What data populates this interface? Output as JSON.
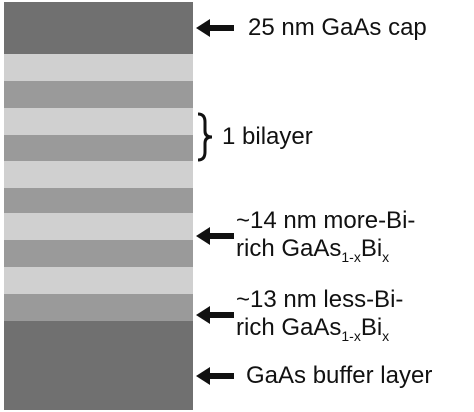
{
  "colors": {
    "cap": "#707070",
    "buffer": "#707070",
    "more_bi": "#9a9a9a",
    "less_bi": "#d0d0d0",
    "text": "#111111",
    "arrow": "#111111"
  },
  "layers": [
    {
      "name": "cap",
      "shade": "cap"
    },
    {
      "name": "less-bi",
      "shade": "less_bi"
    },
    {
      "name": "more-bi",
      "shade": "more_bi"
    },
    {
      "name": "less-bi",
      "shade": "less_bi"
    },
    {
      "name": "more-bi",
      "shade": "more_bi"
    },
    {
      "name": "less-bi",
      "shade": "less_bi"
    },
    {
      "name": "more-bi",
      "shade": "more_bi"
    },
    {
      "name": "less-bi",
      "shade": "less_bi"
    },
    {
      "name": "more-bi",
      "shade": "more_bi"
    },
    {
      "name": "less-bi",
      "shade": "less_bi"
    },
    {
      "name": "more-bi",
      "shade": "more_bi"
    },
    {
      "name": "buffer",
      "shade": "buffer"
    }
  ],
  "labels": {
    "cap": "25 nm GaAs cap",
    "bilayer": "1 bilayer",
    "more_bi_line1": "~14 nm more-Bi-",
    "more_bi_line2_prefix": "rich GaAs",
    "more_bi_sub1": "1-x",
    "more_bi_mid": "Bi",
    "more_bi_sub2": "x",
    "less_bi_line1": "~13 nm less-Bi-",
    "less_bi_line2_prefix": "rich GaAs",
    "less_bi_sub1": "1-x",
    "less_bi_mid": "Bi",
    "less_bi_sub2": "x",
    "buffer": "GaAs buffer layer"
  }
}
